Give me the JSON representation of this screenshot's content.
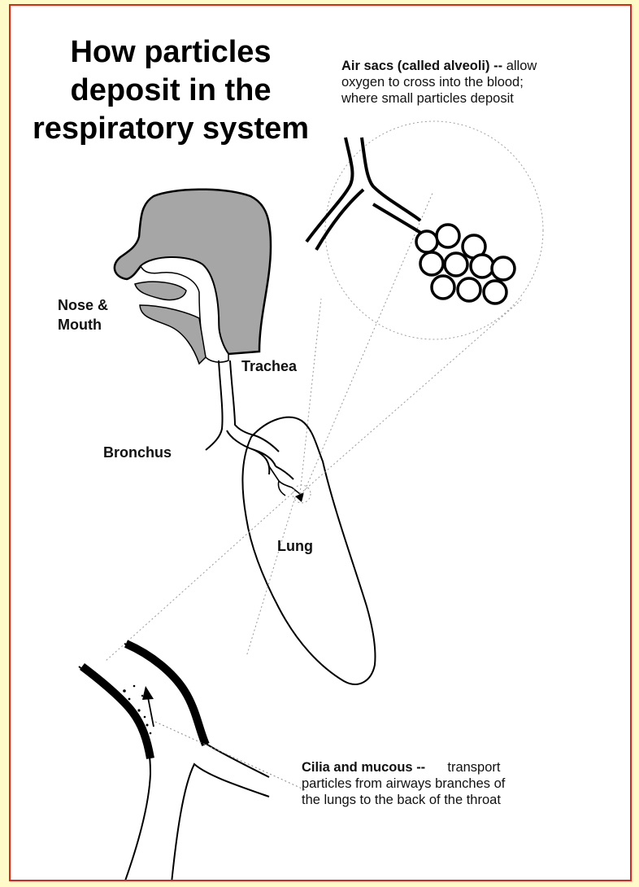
{
  "title": "How particles deposit in the respiratory system",
  "labels": {
    "nose_mouth": "Nose & Mouth",
    "trachea": "Trachea",
    "bronchus": "Bronchus",
    "lung": "Lung"
  },
  "alveoli_note": {
    "heading": "Air sacs (called alveoli) --",
    "text_1": "allow",
    "text_2": "oxygen to cross into the blood;",
    "text_3": "where small particles deposit"
  },
  "cilia_note": {
    "heading": "Cilia and mucous --",
    "text_1": "transport",
    "text_2": "particles from airways branches of",
    "text_3": "the lungs to the back of the throat"
  },
  "colors": {
    "page_background": "#FFFBC9",
    "frame_border": "#E0261B",
    "head_fill": "#A6A6A6"
  }
}
